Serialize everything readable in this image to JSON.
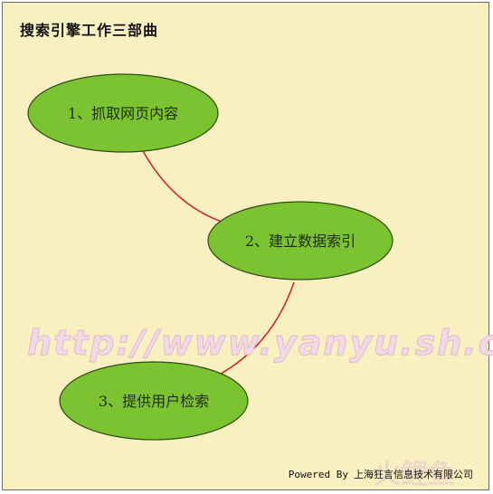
{
  "title": "搜索引擎工作三部曲",
  "nodes": [
    {
      "label": "1、抓取网页内容"
    },
    {
      "label": "2、建立数据索引"
    },
    {
      "label": "3、提供用户检索"
    }
  ],
  "watermark": "http://www.yanyu.sh.cn",
  "footer": {
    "powered": "Powered By",
    "company": "上海狂言信息技术有限公司",
    "logo_text": "火鲤鱼"
  },
  "colors": {
    "background": "#f8f0c0",
    "node_fill": "#7cc332",
    "node_stroke": "#2e4d12",
    "connector": "#cc2a22"
  }
}
